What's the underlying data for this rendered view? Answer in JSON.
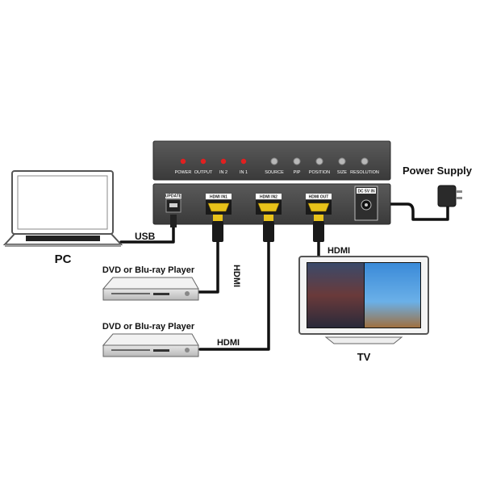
{
  "front_panel": {
    "indicators": [
      "POWER",
      "OUTPUT",
      "IN 2",
      "IN 1"
    ],
    "buttons": [
      "SOURCE",
      "PIP",
      "POSITION",
      "SIZE",
      "RESOLUTION"
    ]
  },
  "rear_panel": {
    "update": "UPDATE",
    "hdmi_in1": "HDMI IN1",
    "hdmi_in2": "HDMI IN2",
    "hdmi_out": "HDMI OUT",
    "dc_in": "DC 5V IN"
  },
  "labels": {
    "power_supply": "Power Supply",
    "usb": "USB",
    "pc": "PC",
    "dvd1": "DVD or Blu-ray Player",
    "dvd2": "DVD or Blu-ray Player",
    "hdmi_vertical": "HDMI",
    "hdmi_dvd2": "HDMI",
    "hdmi_tv": "HDMI",
    "tv": "TV"
  },
  "colors": {
    "device_body": "#4a4a4a",
    "led_red": "#e02020",
    "hdmi_gold": "#e8c21a",
    "cable": "#111111"
  }
}
